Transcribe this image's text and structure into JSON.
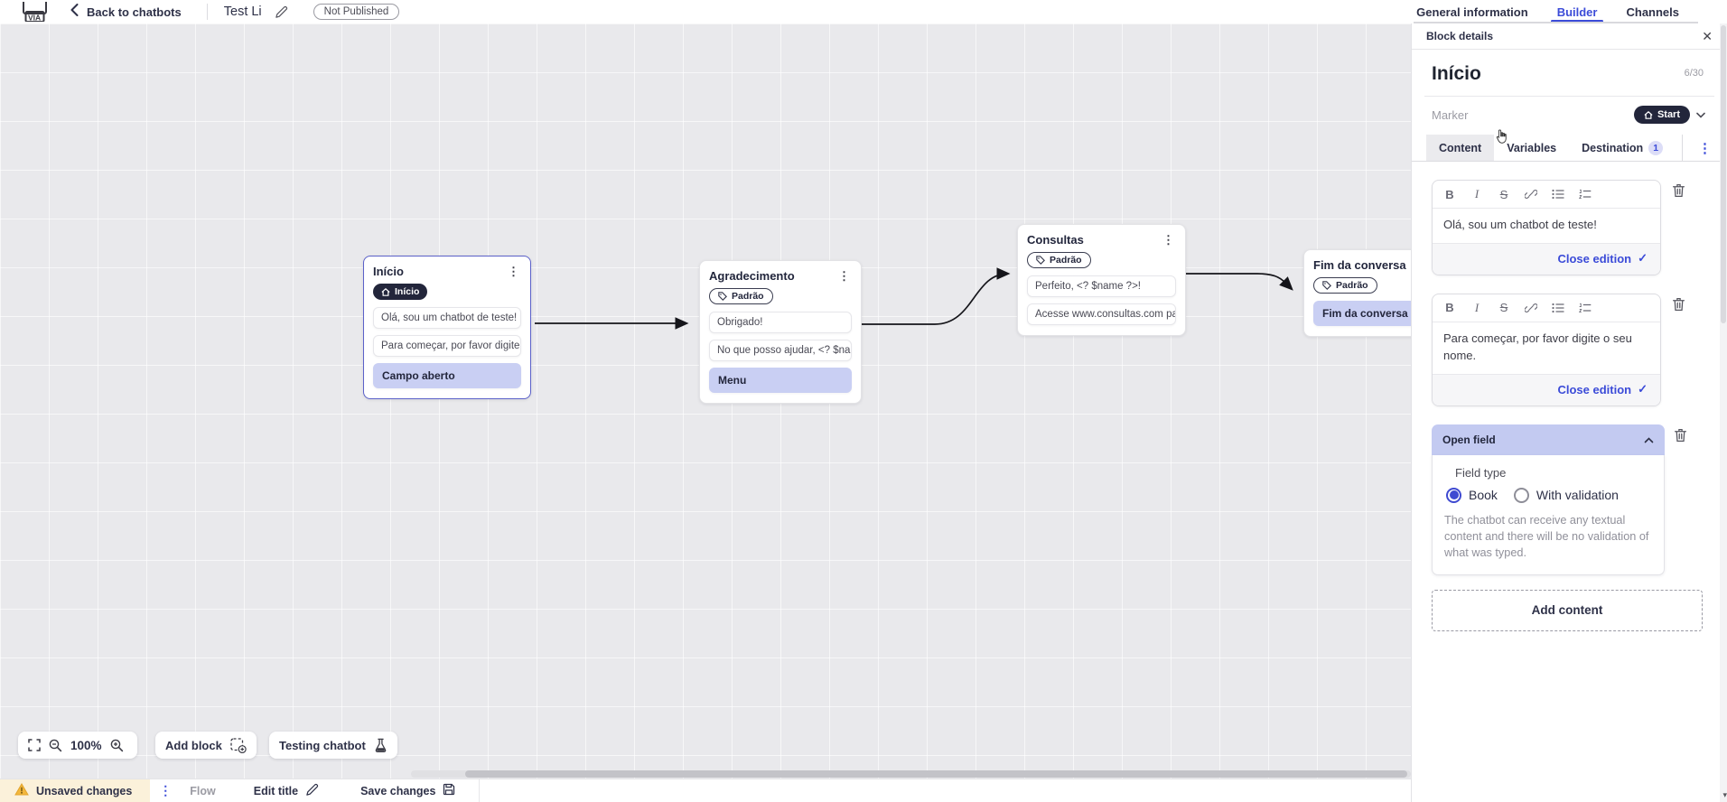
{
  "topbar": {
    "logo_text": "VIA",
    "back_label": "Back to chatbots",
    "bot_title": "Test Li",
    "status_badge": "Not Published",
    "tabs": [
      {
        "label": "General information",
        "active": false
      },
      {
        "label": "Builder",
        "active": true
      },
      {
        "label": "Channels",
        "active": false
      }
    ]
  },
  "panel": {
    "header": "Block details",
    "block_title": "Início",
    "char_counter": "6/30",
    "marker_label": "Marker",
    "marker_value": "Start",
    "tabs": [
      {
        "label": "Content",
        "active": true
      },
      {
        "label": "Variables",
        "active": false
      },
      {
        "label": "Destination",
        "active": false,
        "badge": "1"
      }
    ],
    "editor_toolbar": {
      "bold": "B",
      "italic": "I",
      "strike": "S"
    },
    "editors": [
      {
        "text": "Olá, sou um chatbot de teste!",
        "close_label": "Close edition"
      },
      {
        "text": "Para começar, por favor digite o seu nome.",
        "close_label": "Close edition"
      }
    ],
    "open_field": {
      "title": "Open field",
      "field_type_label": "Field type",
      "options": [
        {
          "label": "Book",
          "selected": true,
          "radio_class": "radio on"
        },
        {
          "label": "With validation",
          "selected": false,
          "radio_class": "radio off"
        }
      ],
      "description": "The chatbot can receive any textual content and there will be no validation of what was typed."
    },
    "add_content_label": "Add content"
  },
  "canvas": {
    "blocks": [
      {
        "title": "Início",
        "badge": "Início",
        "badge_type": "start",
        "selected": true,
        "items": [
          {
            "text": "Olá, sou um chatbot de teste!",
            "type": "message"
          },
          {
            "text": "Para começar, por favor digite o ...",
            "type": "message"
          },
          {
            "text": "Campo aberto",
            "type": "action"
          }
        ]
      },
      {
        "title": "Agradecimento",
        "badge": "Padrão",
        "badge_type": "default",
        "selected": false,
        "items": [
          {
            "text": "Obrigado!",
            "type": "message"
          },
          {
            "text": "No que posso ajudar, <? $name ...",
            "type": "message"
          },
          {
            "text": "Menu",
            "type": "action"
          }
        ]
      },
      {
        "title": "Consultas",
        "badge": "Padrão",
        "badge_type": "default",
        "selected": false,
        "items": [
          {
            "text": "Perfeito, <? $name ?>!",
            "type": "message"
          },
          {
            "text": "Acesse www.consultas.com par...",
            "type": "message"
          }
        ]
      },
      {
        "title": "Fim da conversa",
        "badge": "Padrão",
        "badge_type": "default",
        "selected": false,
        "items": [
          {
            "text": "Fim da conversa",
            "type": "action"
          }
        ]
      }
    ],
    "toolbar": {
      "zoom_level": "100%",
      "add_block_label": "Add block",
      "testing_label": "Testing chatbot"
    }
  },
  "statusbar": {
    "unsaved_label": "Unsaved changes",
    "flow_label": "Flow",
    "edit_title_label": "Edit title",
    "save_label": "Save changes"
  },
  "icons": {
    "kebab": "⋮",
    "close": "✕",
    "check": "✓",
    "scroll_down_arrow": "▾"
  },
  "colors": {
    "accent": "#3b4bd8",
    "dark_navy": "#23263b",
    "item_highlight": "#c9cff3",
    "open_field_header": "#c3caf1",
    "unsaved_bg": "#fbf1da",
    "selected_block_border": "#5b61c9",
    "canvas_bg": "#e9e9ec"
  }
}
